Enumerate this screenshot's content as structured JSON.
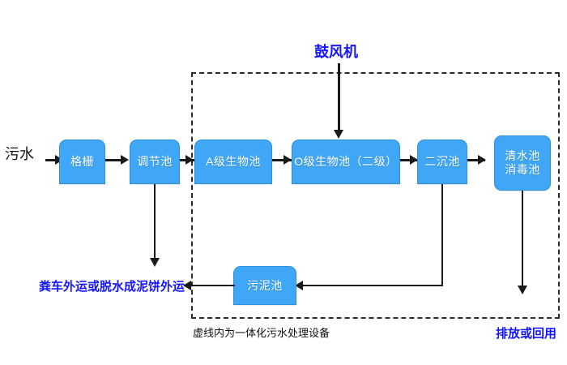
{
  "diagram": {
    "title_label": "鼓风机",
    "inlet_label": "污水",
    "enclosure_caption": "虚线内为一体化污水处理设备",
    "sludge_outlet_label": "粪车外运或脱水成泥饼外运",
    "effluent_outlet_label": "排放或回用",
    "colors": {
      "node_fill": "#3fa7f5",
      "node_border": "#2f8fd8",
      "node_text": "#ffffff",
      "accent_blue_text": "#1414ff",
      "connector": "#1a1a1a",
      "dashed_border": "#2b2b2b",
      "background": "#ffffff"
    },
    "nodes": [
      {
        "id": "grid",
        "label": "格栅"
      },
      {
        "id": "regulating",
        "label": "调节池"
      },
      {
        "id": "a_stage",
        "label": "A级生物池"
      },
      {
        "id": "o_stage",
        "label": "O级生物池（二级）"
      },
      {
        "id": "secondary",
        "label": "二沉池"
      },
      {
        "id": "clearwater",
        "line1": "清水池",
        "line2": "消毒池"
      },
      {
        "id": "sludge",
        "label": "污泥池"
      }
    ],
    "flow_sequence": [
      "污水",
      "格栅",
      "调节池",
      "A级生物池",
      "O级生物池（二级）",
      "二沉池",
      "清水池消毒池",
      "排放或回用"
    ]
  }
}
